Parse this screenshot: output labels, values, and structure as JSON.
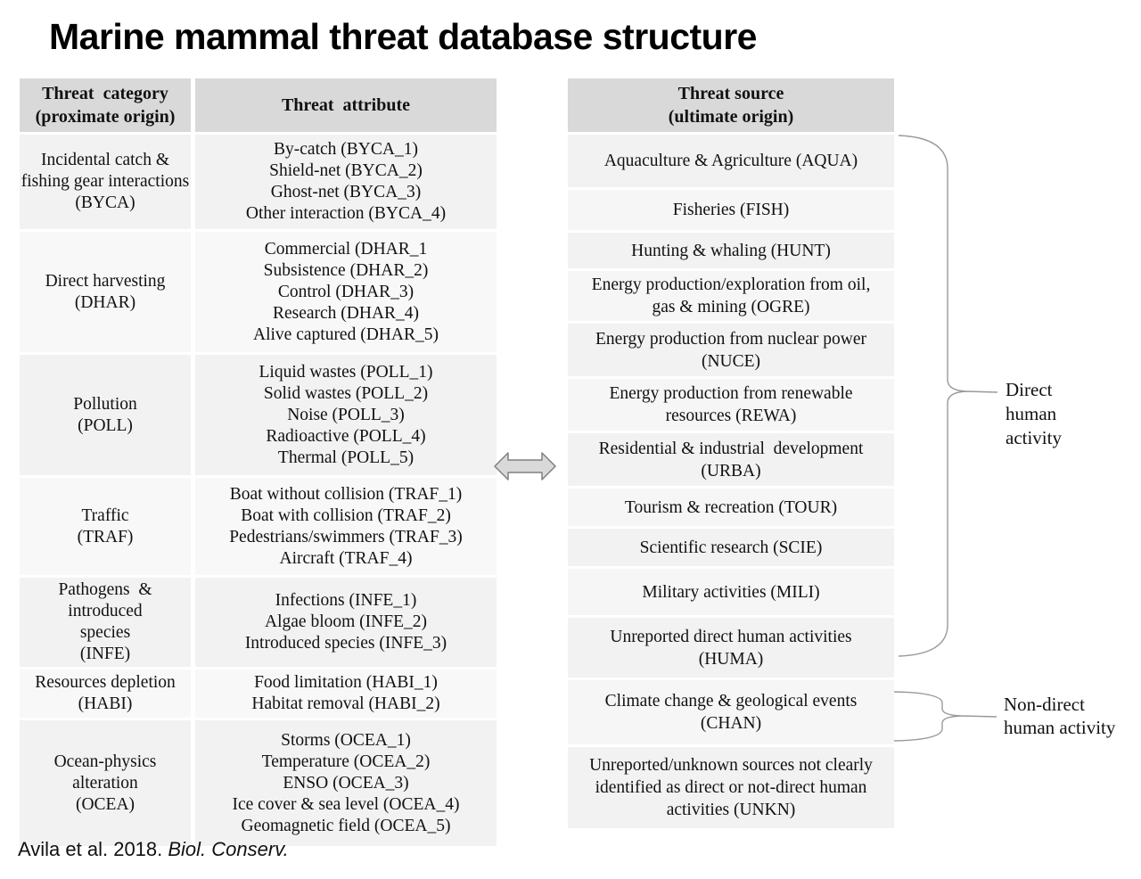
{
  "title": "Marine mammal threat database structure",
  "colors": {
    "header_bg": "#d9d9d9",
    "row_bg": "#f2f2f2",
    "row_bg_alt": "#f7f7f7",
    "arrow_fill": "#d9d9d9",
    "arrow_stroke": "#808080",
    "brace_stroke": "#999999",
    "text": "#111111"
  },
  "left_table": {
    "header_category": "Threat  category\n(proximate origin)",
    "header_attribute": "Threat  attribute",
    "rows": [
      {
        "category": "Incidental catch &\nfishing gear interactions\n(BYCA)",
        "attributes": [
          "By-catch (BYCA_1)",
          "Shield-net (BYCA_2)",
          "Ghost-net (BYCA_3)",
          "Other interaction (BYCA_4)"
        ]
      },
      {
        "category": "Direct harvesting\n(DHAR)",
        "attributes": [
          "Commercial (DHAR_1",
          "Subsistence (DHAR_2)",
          "Control (DHAR_3)",
          "Research (DHAR_4)",
          "Alive captured (DHAR_5)"
        ]
      },
      {
        "category": "Pollution\n(POLL)",
        "attributes": [
          "Liquid wastes (POLL_1)",
          "Solid wastes (POLL_2)",
          "Noise (POLL_3)",
          "Radioactive (POLL_4)",
          "Thermal (POLL_5)"
        ]
      },
      {
        "category": "Traffic\n(TRAF)",
        "attributes": [
          "Boat without collision (TRAF_1)",
          "Boat with collision (TRAF_2)",
          "Pedestrians/swimmers (TRAF_3)",
          "Aircraft (TRAF_4)"
        ]
      },
      {
        "category": "Pathogens  & introduced\nspecies\n(INFE)",
        "attributes": [
          "Infections (INFE_1)",
          "Algae bloom (INFE_2)",
          "Introduced species (INFE_3)"
        ]
      },
      {
        "category": "Resources depletion\n(HABI)",
        "attributes": [
          "Food limitation (HABI_1)",
          "Habitat removal (HABI_2)"
        ]
      },
      {
        "category": "Ocean-physics alteration\n(OCEA)",
        "attributes": [
          "Storms (OCEA_1)",
          "Temperature (OCEA_2)",
          "ENSO (OCEA_3)",
          "Ice cover & sea level (OCEA_4)",
          "Geomagnetic field (OCEA_5)"
        ]
      }
    ]
  },
  "right_table": {
    "header": "Threat source\n(ultimate origin)",
    "rows": [
      "Aquaculture & Agriculture (AQUA)",
      "Fisheries (FISH)",
      "Hunting & whaling (HUNT)",
      "Energy production/exploration from oil,\ngas & mining (OGRE)",
      "Energy production from nuclear power\n(NUCE)",
      "Energy production from renewable\nresources (REWA)",
      "Residential & industrial  development\n(URBA)",
      "Tourism & recreation (TOUR)",
      "Scientific research (SCIE)",
      "Military activities (MILI)",
      "Unreported direct human activities\n(HUMA)",
      "Climate change & geological events\n(CHAN)",
      "Unreported/unknown sources not clearly\nidentified as direct or not-direct human\nactivities (UNKN)"
    ]
  },
  "brackets": {
    "direct_label": "Direct human activity",
    "nondirect_label": "Non-direct human activity"
  },
  "caption": {
    "normal": "Avila et al. 2018. ",
    "italic": "Biol. Conserv."
  }
}
